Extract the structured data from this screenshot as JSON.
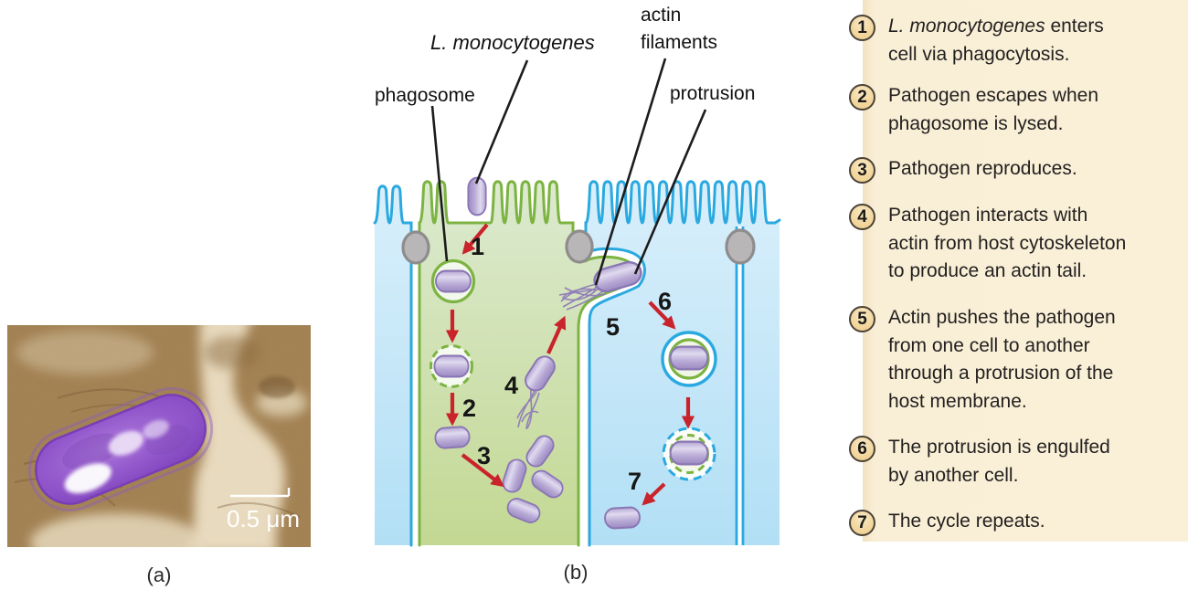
{
  "colors": {
    "membrane_green": "#7cb342",
    "membrane_blue": "#2aa9e0",
    "cell_green_fill": "#c9dd9a",
    "cell_blue_fill": "#bfe4f6",
    "pathogen_purple": "#b3a4d2",
    "arrow_red": "#c9232b",
    "legend_bg": "#faf0d8",
    "legend_circle_fill": "#f3d9a2",
    "micrograph_brown": "#a17e4f",
    "bacterium_purple": "#9b63d2"
  },
  "micrograph": {
    "scale_label": "0.5 μm"
  },
  "captions": {
    "a": "(a)",
    "b": "(b)"
  },
  "diagram": {
    "labels": {
      "pathogen": "L. monocytogenes",
      "phagosome": "phagosome",
      "actin_filaments": [
        "actin",
        "filaments"
      ],
      "protrusion": "protrusion"
    },
    "step_numbers": [
      "1",
      "2",
      "3",
      "4",
      "5",
      "6",
      "7"
    ]
  },
  "legend": {
    "items": [
      {
        "num": "1",
        "species": "L. monocytogenes",
        "rest": " enters\ncell via phagocytosis."
      },
      {
        "num": "2",
        "lines": [
          "Pathogen escapes when",
          "phagosome is lysed."
        ]
      },
      {
        "num": "3",
        "lines": [
          "Pathogen reproduces."
        ]
      },
      {
        "num": "4",
        "lines": [
          "Pathogen interacts with",
          "actin from host cytoskeleton",
          "to produce an actin tail."
        ]
      },
      {
        "num": "5",
        "lines": [
          "Actin pushes the pathogen",
          "from one cell to another",
          "through a protrusion of the",
          "host membrane."
        ]
      },
      {
        "num": "6",
        "lines": [
          "The protrusion is engulfed",
          "by another cell."
        ]
      },
      {
        "num": "7",
        "lines": [
          "The cycle repeats."
        ]
      }
    ]
  }
}
